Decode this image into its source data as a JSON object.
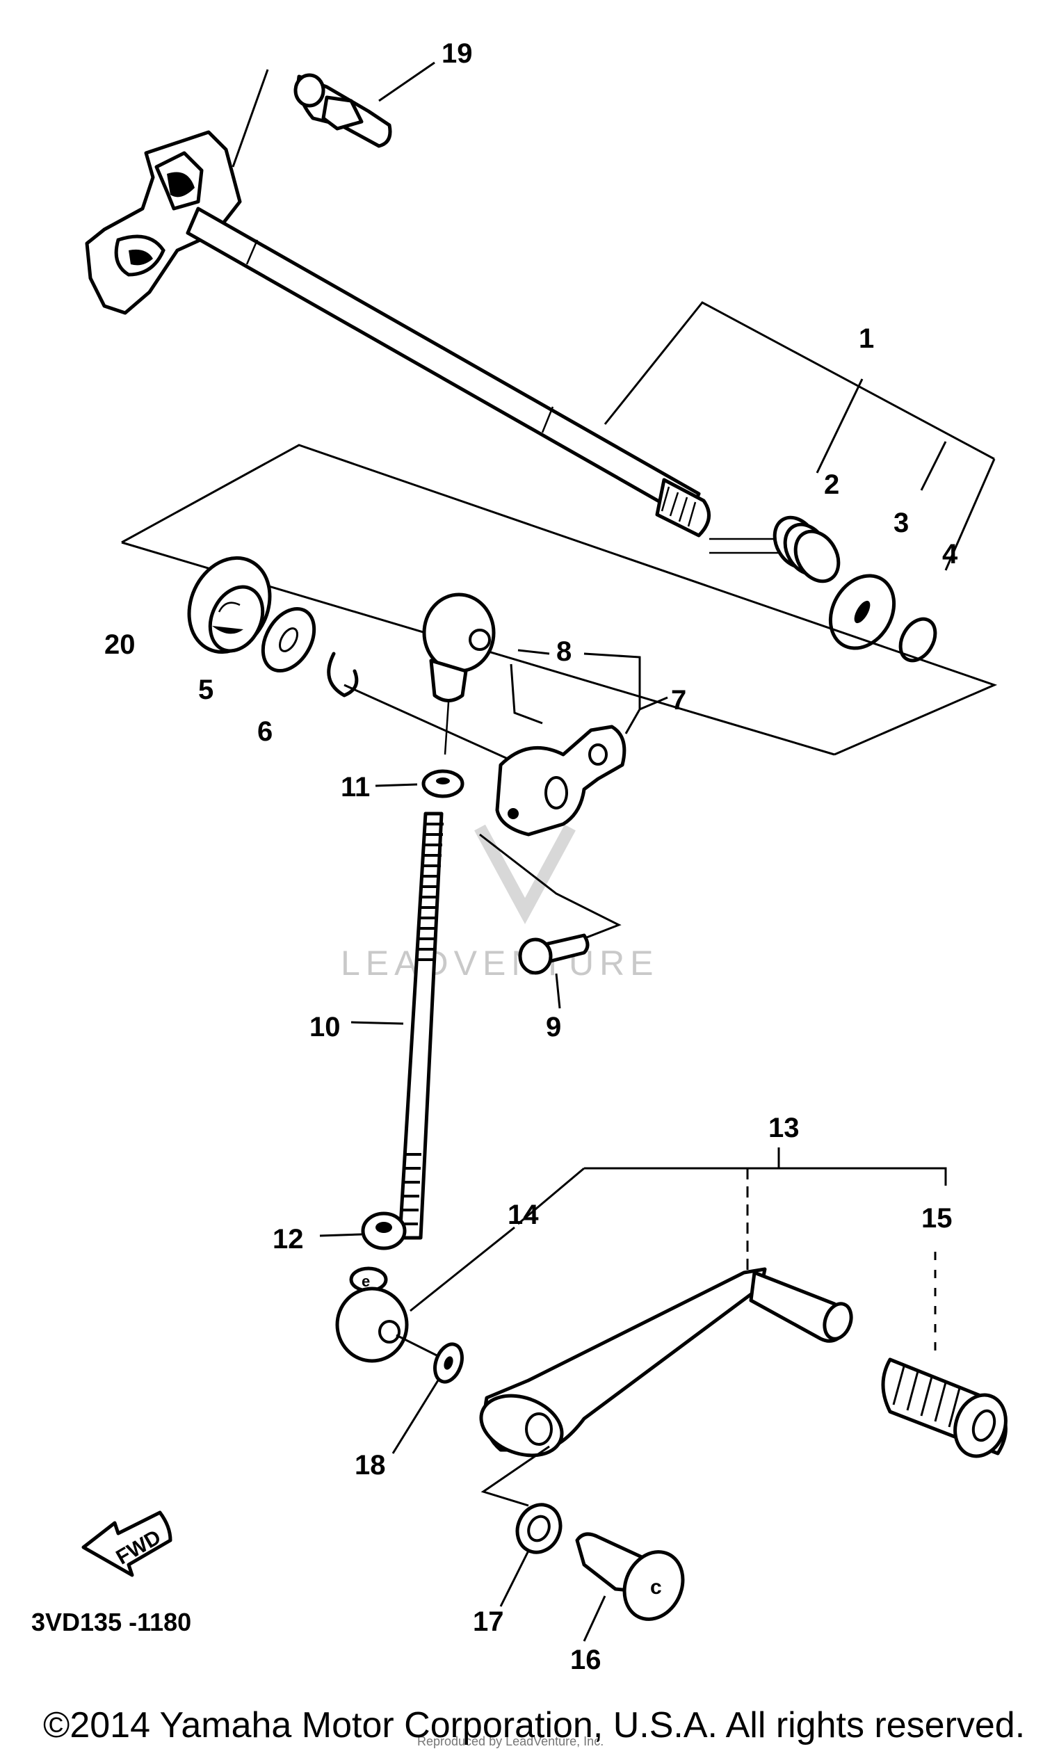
{
  "diagram": {
    "callouts": [
      "1",
      "2",
      "3",
      "4",
      "5",
      "6",
      "7",
      "8",
      "9",
      "10",
      "11",
      "12",
      "13",
      "14",
      "15",
      "16",
      "17",
      "18",
      "19",
      "20"
    ],
    "drawing_code": "3VD135 -1180",
    "direction_label": "FWD",
    "watermark": "LEADVENTURE",
    "faint_reprint_note": "Reproduced by LeadVenture, Inc.",
    "copyright": "©2014 Yamaha Motor Corporation, U.S.A. All rights reserved."
  }
}
